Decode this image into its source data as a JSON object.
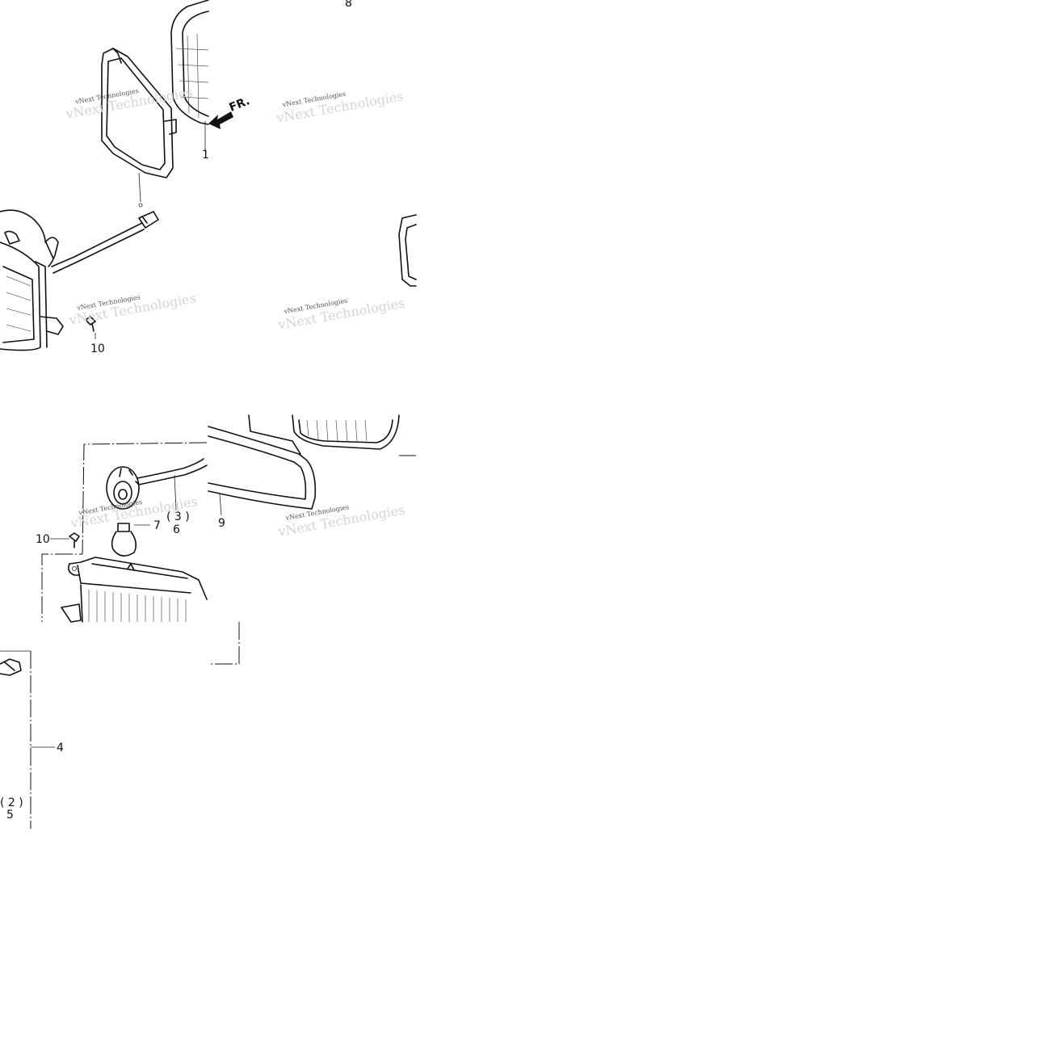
{
  "diagram": {
    "direction_label": "FR.",
    "callouts": {
      "c1": "1",
      "c3_qty": "( 3 )",
      "c4": "4",
      "c5_qty": "( 2 )",
      "c5": "5",
      "c6": "6",
      "c7": "7",
      "c8": "8",
      "c9": "9",
      "c10_top": "10",
      "c10_bottom": "10"
    },
    "watermark_text": "vNext Technologies"
  }
}
